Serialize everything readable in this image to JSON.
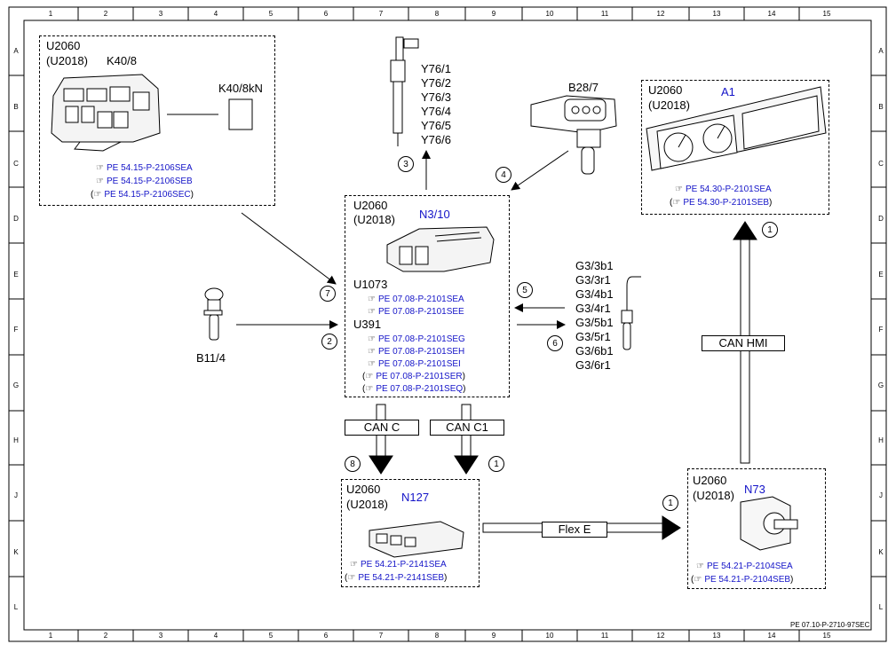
{
  "grid": {
    "columns": [
      "1",
      "2",
      "3",
      "4",
      "5",
      "6",
      "7",
      "8",
      "9",
      "10",
      "11",
      "12",
      "13",
      "14",
      "15"
    ],
    "rows": [
      "A",
      "B",
      "C",
      "D",
      "E",
      "F",
      "G",
      "H",
      "J",
      "K",
      "L"
    ]
  },
  "footer_code": "PE 07.10-P-2710-97SEC",
  "icon": "☞",
  "components": {
    "k40": {
      "code1": "U2060",
      "code2": "(U2018)",
      "name": "K40/8",
      "relay_label": "K40/8kN",
      "refs": [
        "PE 54.15-P-2106SEA",
        "PE 54.15-P-2106SEB",
        "PE 54.15-P-2106SEC"
      ]
    },
    "injectors": {
      "labels": [
        "Y76/1",
        "Y76/2",
        "Y76/3",
        "Y76/4",
        "Y76/5",
        "Y76/6"
      ]
    },
    "b28": {
      "label": "B28/7"
    },
    "a1": {
      "code1": "U2060",
      "code2": "(U2018)",
      "name": "A1",
      "refs": [
        "PE 54.30-P-2101SEA",
        "PE 54.30-P-2101SEB"
      ]
    },
    "n3": {
      "code1": "U2060",
      "code2": "(U2018)",
      "name": "N3/10",
      "u1073": "U1073",
      "refs_a": [
        "PE 07.08-P-2101SEA",
        "PE 07.08-P-2101SEE"
      ],
      "u391": "U391",
      "refs_b": [
        "PE 07.08-P-2101SEG",
        "PE 07.08-P-2101SEH",
        "PE 07.08-P-2101SEI",
        "PE 07.08-P-2101SER",
        "PE 07.08-P-2101SEQ"
      ]
    },
    "b11": {
      "label": "B11/4"
    },
    "g3": {
      "labels": [
        "G3/3b1",
        "G3/3r1",
        "G3/4b1",
        "G3/4r1",
        "G3/5b1",
        "G3/5r1",
        "G3/6b1",
        "G3/6r1"
      ]
    },
    "n127": {
      "code1": "U2060",
      "code2": "(U2018)",
      "name": "N127",
      "refs": [
        "PE 54.21-P-2141SEA",
        "PE 54.21-P-2141SEB"
      ]
    },
    "n73": {
      "code1": "U2060",
      "code2": "(U2018)",
      "name": "N73",
      "refs": [
        "PE 54.21-P-2104SEA",
        "PE 54.21-P-2104SEB"
      ]
    }
  },
  "connections": {
    "c1_a1": "1",
    "c2": "2",
    "c3": "3",
    "c4": "4",
    "c5": "5",
    "c6": "6",
    "c7": "7",
    "c8": "8",
    "c1_canc1": "1",
    "c1_flex": "1"
  },
  "buses": {
    "can_hmi": "CAN HMI",
    "can_c": "CAN C",
    "can_c1": "CAN C1",
    "flex_e": "Flex E"
  }
}
